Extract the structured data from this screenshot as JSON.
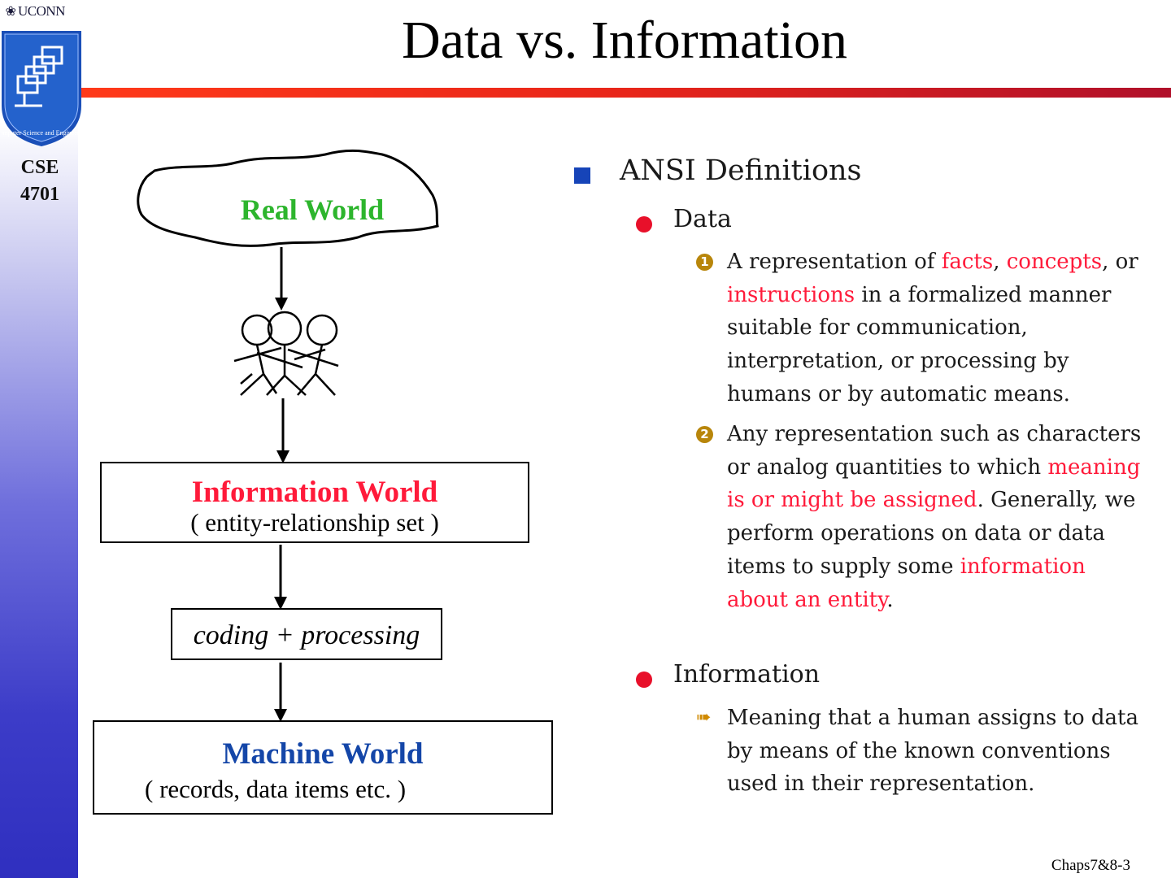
{
  "branding": {
    "university": "UCONN",
    "course_line1": "CSE",
    "course_line2": "4701",
    "logo_text": "Computer Science and Engineering"
  },
  "title": "Data vs. Information",
  "diagram": {
    "real_world": "Real World",
    "information_world": {
      "title": "Information World",
      "subtitle": "( entity-relationship set )"
    },
    "processing": "coding + processing",
    "machine_world": {
      "title": "Machine World",
      "subtitle": "( records, data items etc. )"
    },
    "colors": {
      "real_world": "#2db52d",
      "information_world": "#ff1a3a",
      "machine_world": "#1446a8"
    }
  },
  "definitions": {
    "heading": "ANSI Definitions",
    "data": {
      "label": "Data",
      "items": [
        {
          "marker": "1",
          "parts": [
            {
              "t": "A representation of ",
              "red": false
            },
            {
              "t": "facts",
              "red": true
            },
            {
              "t": ", ",
              "red": false
            },
            {
              "t": "concepts",
              "red": true
            },
            {
              "t": ", or ",
              "red": false
            },
            {
              "t": "instructions",
              "red": true
            },
            {
              "t": " in a formalized manner suitable for communication, interpretation, or processing by humans or by automatic means.",
              "red": false
            }
          ]
        },
        {
          "marker": "2",
          "parts": [
            {
              "t": "Any representation such as characters or analog quantities to which ",
              "red": false
            },
            {
              "t": "meaning is or might be assigned",
              "red": true
            },
            {
              "t": ". Generally, we perform operations on data or data items to supply some ",
              "red": false
            },
            {
              "t": "information about an entity",
              "red": true
            },
            {
              "t": ".",
              "red": false
            }
          ]
        }
      ]
    },
    "information": {
      "label": "Information",
      "items": [
        {
          "text": "Meaning that a human assigns to data by means of the known conventions used in their representation."
        }
      ]
    },
    "accent_colors": {
      "square_bullet": "#1644b8",
      "dot_bullet": "#e8102a",
      "highlight": "#ff1a3a",
      "number_marker": "#b8860b"
    }
  },
  "footer": "Chaps7&8-3"
}
